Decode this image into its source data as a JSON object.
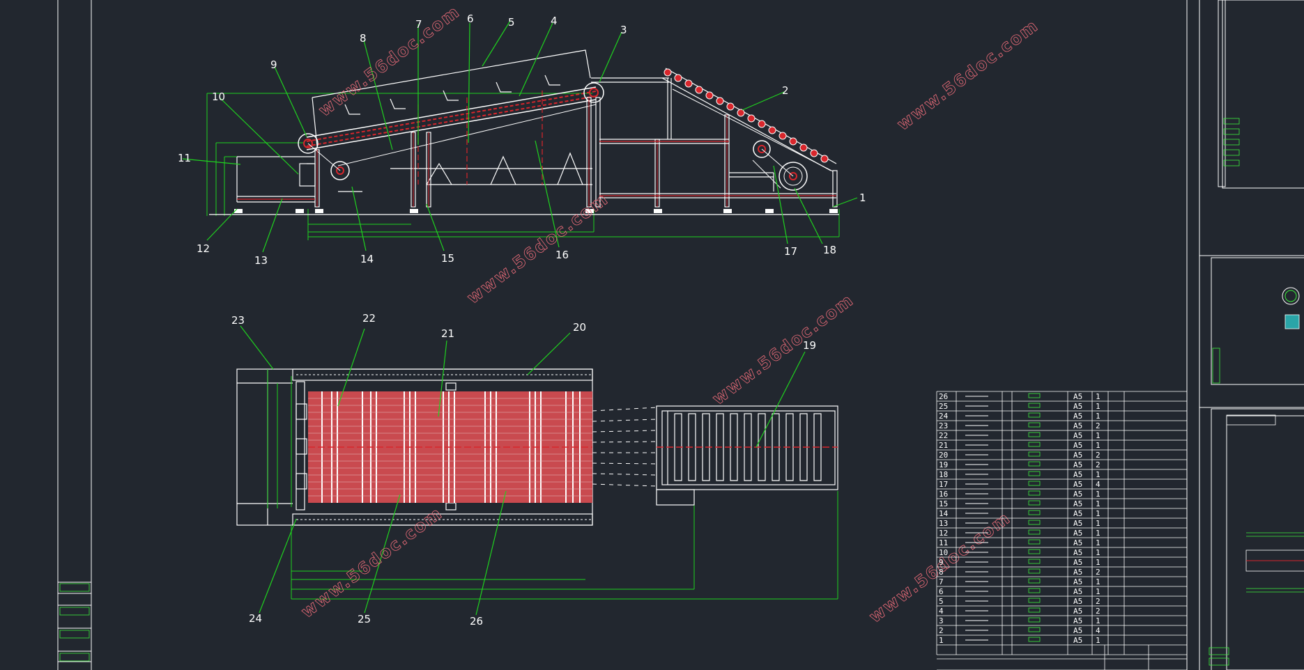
{
  "drawing": {
    "colors": {
      "background": "#22272f",
      "line": "#ffffff",
      "leader": "#1fd31f",
      "dimension": "#1fd31f",
      "section": "#d8262c",
      "watermark": "#ee6d7a"
    }
  },
  "watermarks": [
    "www.56doc.com",
    "www.56doc.com",
    "www.56doc.com",
    "www.56doc.com",
    "www.56doc.com",
    "www.56doc.com"
  ],
  "callouts": [
    "1",
    "2",
    "3",
    "4",
    "5",
    "6",
    "7",
    "8",
    "9",
    "10",
    "11",
    "12",
    "13",
    "14",
    "15",
    "16",
    "17",
    "18",
    "19",
    "20",
    "21",
    "22",
    "23",
    "24",
    "25",
    "26"
  ],
  "parts_list": {
    "rows": [
      {
        "no": "26",
        "material": "A5",
        "qty": "1"
      },
      {
        "no": "25",
        "material": "A5",
        "qty": "1"
      },
      {
        "no": "24",
        "material": "A5",
        "qty": "1"
      },
      {
        "no": "23",
        "material": "A5",
        "qty": "2"
      },
      {
        "no": "22",
        "material": "A5",
        "qty": "1"
      },
      {
        "no": "21",
        "material": "A5",
        "qty": "1"
      },
      {
        "no": "20",
        "material": "A5",
        "qty": "2"
      },
      {
        "no": "19",
        "material": "A5",
        "qty": "2"
      },
      {
        "no": "18",
        "material": "A5",
        "qty": "1"
      },
      {
        "no": "17",
        "material": "A5",
        "qty": "4"
      },
      {
        "no": "16",
        "material": "A5",
        "qty": "1"
      },
      {
        "no": "15",
        "material": "A5",
        "qty": "1"
      },
      {
        "no": "14",
        "material": "A5",
        "qty": "1"
      },
      {
        "no": "13",
        "material": "A5",
        "qty": "1"
      },
      {
        "no": "12",
        "material": "A5",
        "qty": "1"
      },
      {
        "no": "11",
        "material": "A5",
        "qty": "1"
      },
      {
        "no": "10",
        "material": "A5",
        "qty": "1"
      },
      {
        "no": "9",
        "material": "A5",
        "qty": "1"
      },
      {
        "no": "8",
        "material": "A5",
        "qty": "2"
      },
      {
        "no": "7",
        "material": "A5",
        "qty": "1"
      },
      {
        "no": "6",
        "material": "A5",
        "qty": "1"
      },
      {
        "no": "5",
        "material": "A5",
        "qty": "2"
      },
      {
        "no": "4",
        "material": "A5",
        "qty": "2"
      },
      {
        "no": "3",
        "material": "A5",
        "qty": "1"
      },
      {
        "no": "2",
        "material": "A5",
        "qty": "4"
      },
      {
        "no": "1",
        "material": "A5",
        "qty": "1"
      }
    ]
  }
}
